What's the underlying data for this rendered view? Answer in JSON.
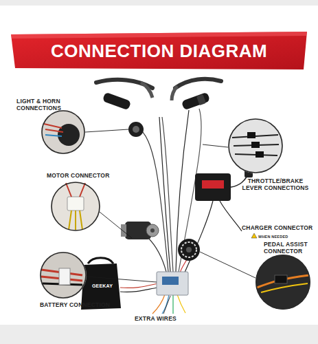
{
  "diagram": {
    "title": "CONNECTION DIAGRAM",
    "nodes": [
      {
        "text": [
          "LIGHT & HORN CONNECTIONS"
        ]
      },
      {
        "text": [
          "THROTTLE/BRAKE LEVER CONNECTIONS"
        ]
      },
      {
        "text": [
          "MOTOR CONNECTOR"
        ]
      },
      {
        "text": [
          "PEDAL ASSIST CONNECTOR"
        ]
      },
      {
        "text": [
          "BATTERY CONNECTION"
        ]
      }
    ],
    "labels": [
      "CHARGER CONNECTOR",
      "WHEN NEEDED",
      "EXTRA WIRES",
      "GEEKAY"
    ]
  }
}
